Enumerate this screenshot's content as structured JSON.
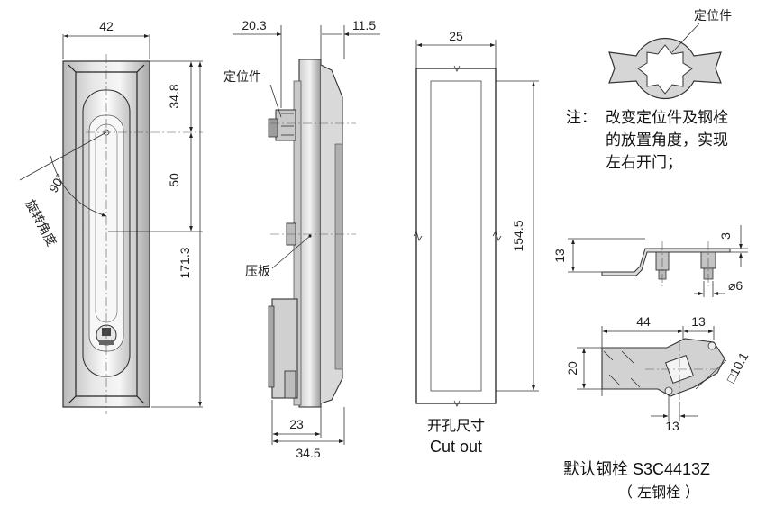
{
  "front_view": {
    "width_dim": "42",
    "dim_top": "34.8",
    "dim_mid": "50",
    "dim_total": "171.3",
    "angle_value": "90°",
    "angle_label": "旋转角度"
  },
  "side_view": {
    "dim_left": "20.3",
    "dim_right": "11.5",
    "locator_label": "定位件",
    "plate_label": "压板",
    "dim_bottom_inner": "23",
    "dim_bottom_outer": "34.5"
  },
  "cutout": {
    "width_dim": "25",
    "height_dim": "154.5",
    "caption_cn": "开孔尺寸",
    "caption_en": "Cut out"
  },
  "locator_detail": {
    "label": "定位件",
    "note_prefix": "注：",
    "note_line1": "改变定位件及钢栓",
    "note_line2": "的放置角度，实现",
    "note_line3": "左右开门；"
  },
  "bolt_side": {
    "dim_13": "13",
    "dim_3": "3",
    "dim_dia": "⌀6"
  },
  "bolt_top": {
    "dim_44": "44",
    "dim_13_top": "13",
    "dim_20": "20",
    "dim_sq": "□10.1",
    "dim_13_bottom": "13"
  },
  "caption": {
    "line1": "默认钢栓 S3C4413Z",
    "line2": "（ 左钢栓 ）"
  }
}
